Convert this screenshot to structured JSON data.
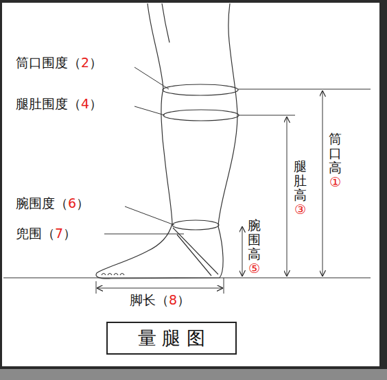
{
  "diagram": {
    "title": "量 腿 图",
    "labels": [
      "筒口围度（2）",
      "腿肚围度（4）",
      "腕围度（6）",
      "兜围（7）",
      "筒口高①",
      "腿肚高③",
      "腕围高⑤",
      "脚长（8）"
    ]
  }
}
